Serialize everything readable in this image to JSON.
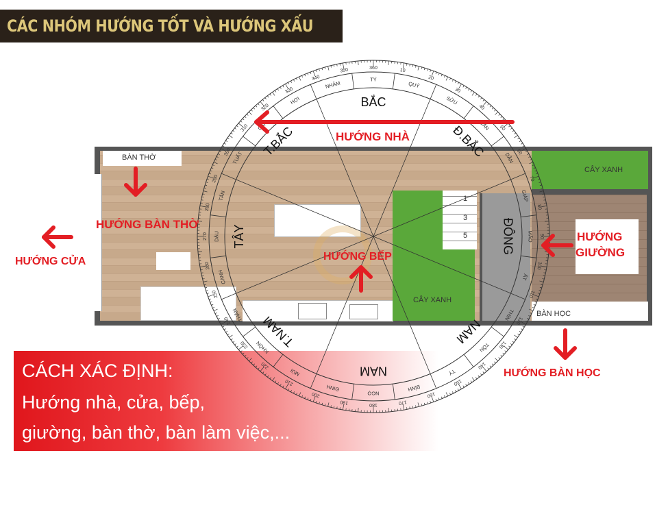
{
  "title": "CÁC NHÓM HƯỚNG TỐT VÀ HƯỚNG XẤU",
  "colors": {
    "accent_red": "#e31e24",
    "title_bg": "#2a2119",
    "title_text": "#dcc67a",
    "garden_green": "#5aa83a",
    "wood_floor": "#c7a98b"
  },
  "floor_plan": {
    "altar_label": "BÀN THỜ",
    "garden_top_right": "CÂY XANH",
    "garden_middle": "CÂY XANH",
    "study_label": "BÀN HỌC",
    "stair_steps": [
      "1",
      "3",
      "5"
    ]
  },
  "directions_labels": {
    "house": "HƯỚNG NHÀ",
    "altar": "HƯỚNG BÀN THỜ",
    "door": "HƯỚNG CỬA",
    "kitchen": "HƯỚNG BẾP",
    "bed_line1": "HƯỚNG",
    "bed_line2": "GIƯỜNG",
    "study": "HƯỚNG BÀN HỌC"
  },
  "compass": {
    "directions": [
      {
        "label": "BẮC",
        "angle": 0
      },
      {
        "label": "Đ.BẮC",
        "angle": 45
      },
      {
        "label": "ĐÔNG",
        "angle": 90
      },
      {
        "label": "NAM",
        "angle": 135
      },
      {
        "label": "NAM",
        "angle": 180
      },
      {
        "label": "T.NAM",
        "angle": 225
      },
      {
        "label": "TÂY",
        "angle": 270
      },
      {
        "label": "T.BẮC",
        "angle": 315
      }
    ],
    "mountains": [
      "TÝ",
      "QUÝ",
      "SỬU",
      "CẤN",
      "DẦN",
      "GIÁP",
      "MÃO",
      "ẤT",
      "THÌN",
      "TỐN",
      "TỴ",
      "BÍNH",
      "NGỌ",
      "ĐINH",
      "MÙI",
      "KHÔN",
      "THÂN",
      "CANH",
      "DẬU",
      "TÂN",
      "TUẤT",
      "CÀN",
      "HỢI",
      "NHÂM"
    ],
    "degree_labels": [
      "360",
      "10",
      "20",
      "30",
      "40",
      "50",
      "60",
      "70",
      "80",
      "90",
      "100",
      "110",
      "120",
      "130",
      "140",
      "150",
      "160",
      "170",
      "180",
      "190",
      "200",
      "210",
      "220",
      "230",
      "240",
      "250",
      "260",
      "270",
      "280",
      "290",
      "300",
      "310",
      "320",
      "330",
      "340",
      "350"
    ]
  },
  "panel": {
    "heading": "CÁCH XÁC ĐỊNH:",
    "line1": "Hướng nhà, cửa, bếp,",
    "line2": "giường, bàn thờ, bàn làm việc,..."
  }
}
